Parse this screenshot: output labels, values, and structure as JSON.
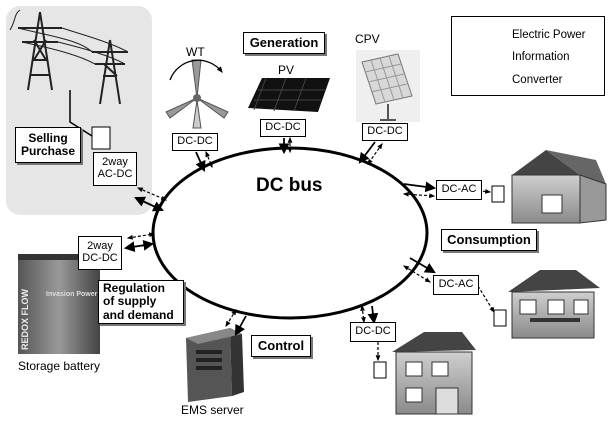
{
  "legend": {
    "electric_power": "Electric Power",
    "information": "Information",
    "converter": "Converter"
  },
  "sections": {
    "generation": "Generation",
    "consumption": "Consumption",
    "control": "Control"
  },
  "bus_label": "DC bus",
  "sources": {
    "wt": "WT",
    "pv": "PV",
    "cpv": "CPV"
  },
  "converters": {
    "wt": "DC-DC",
    "pv": "DC-DC",
    "cpv": "DC-DC",
    "grid_line1": "2way",
    "grid_line2": "AC-DC",
    "storage_line1": "2way",
    "storage_line2": "DC-DC",
    "house1": "DC-AC",
    "house2": "DC-AC",
    "house3": "DC-DC"
  },
  "grid": {
    "selling": "Selling",
    "purchase": "Purchase"
  },
  "storage": {
    "regulation_line1": "Regulation",
    "regulation_line2": "of supply",
    "regulation_line3": "and demand",
    "caption": "Storage battery",
    "battery_text1": "REDOX FLOW",
    "battery_text2": "Invasion Power System"
  },
  "ems": {
    "caption": "EMS server"
  },
  "colors": {
    "line": "#000000",
    "grid_panel": "#e6e6e6",
    "shadow": "#777777"
  }
}
